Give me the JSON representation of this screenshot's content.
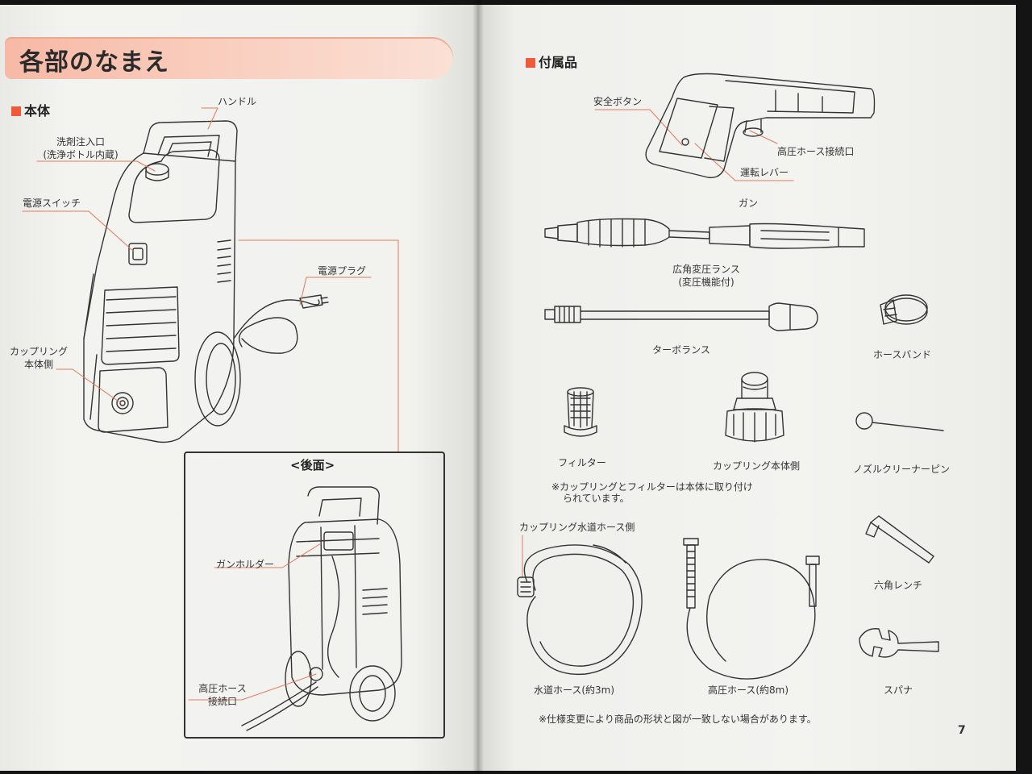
{
  "left_page": {
    "title": "各部のなまえ",
    "section_main": "本体",
    "labels": {
      "handle": "ハンドル",
      "detergent_inlet_1": "洗剤注入口",
      "detergent_inlet_2": "(洗浄ボトル内蔵)",
      "power_switch": "電源スイッチ",
      "power_plug": "電源プラグ",
      "coupling_1": "カップリング",
      "coupling_2": "本体側"
    },
    "rear": {
      "title": "<後面>",
      "gun_holder": "ガンホルダー",
      "hp_hose_1": "高圧ホース",
      "hp_hose_2": "接続口"
    }
  },
  "right_page": {
    "section": "付属品",
    "labels": {
      "safety_button": "安全ボタン",
      "hp_hose_connector": "高圧ホース接続口",
      "operating_lever": "運転レバー",
      "gun": "ガン",
      "wide_lance_1": "広角変圧ランス",
      "wide_lance_2": "(変圧機能付)",
      "turbo_lance": "ターボランス",
      "hose_band": "ホースバンド",
      "filter": "フィルター",
      "coupling_body": "カップリング本体側",
      "nozzle_pin": "ノズルクリーナーピン",
      "note_1": "※カップリングとフィルターは本体に取り付け",
      "note_2": "られています。",
      "coupling_water": "カップリング水道ホース側",
      "hex_wrench": "六角レンチ",
      "water_hose": "水道ホース(約3m)",
      "hp_hose": "高圧ホース(約8m)",
      "spanner": "スパナ",
      "footer_note": "※仕様変更により商品の形状と図が一致しない場合があります。"
    },
    "page_number": "7"
  },
  "colors": {
    "accent": "#ef5a3a",
    "title_band": "#f9c4b1",
    "leader_line": "#e27a5c",
    "line_art": "#333333"
  }
}
